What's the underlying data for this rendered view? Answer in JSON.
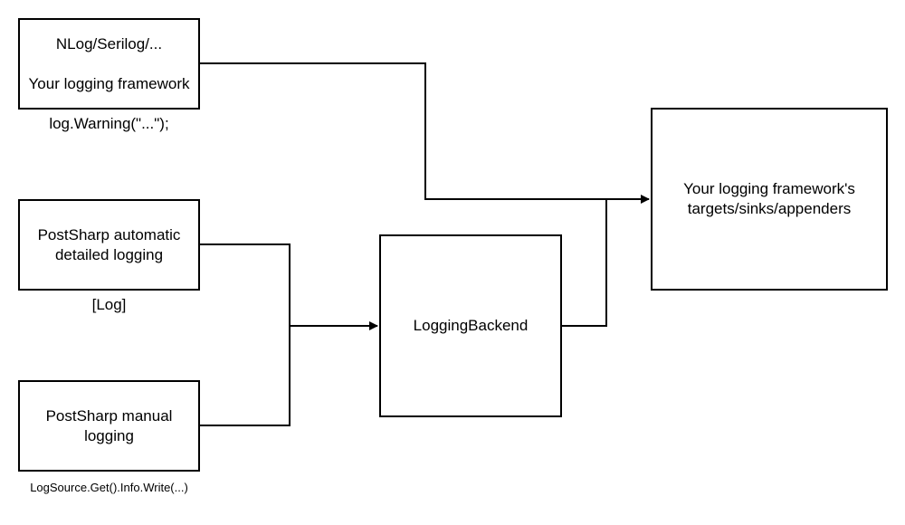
{
  "boxes": {
    "framework": {
      "line1": "NLog/Serilog/...",
      "line2": "Your logging framework",
      "caption": "log.Warning(\"...\");"
    },
    "postsharp_auto": {
      "line1": "PostSharp automatic",
      "line2": "detailed logging",
      "caption": "[Log]"
    },
    "postsharp_manual": {
      "line1": "PostSharp manual",
      "line2": "logging",
      "caption": "LogSource.Get().Info.Write(...)"
    },
    "backend": {
      "label": "LoggingBackend"
    },
    "targets": {
      "line1": "Your logging framework's",
      "line2": "targets/sinks/appenders"
    }
  },
  "colors": {
    "stroke": "#000000",
    "background": "#ffffff"
  }
}
